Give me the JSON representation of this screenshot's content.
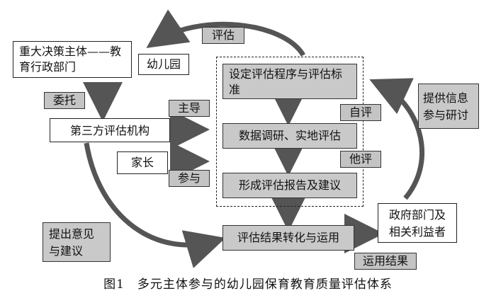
{
  "nodes": {
    "decision_maker": "重大决策主体——教育行政部门",
    "kindergarten": "幼儿园",
    "third_party": "第三方评估机构",
    "parents": "家长",
    "step_setup": "设定评估程序与评估标准",
    "step_research": "数据调研、实地评估",
    "step_report": "形成评估报告及建议",
    "result_use": "评估结果转化与运用",
    "gov_stakeholders": "政府部门及相关利益者"
  },
  "labels": {
    "evaluate": "评估",
    "entrust": "委托",
    "lead": "主导",
    "participate": "参与",
    "self_eval": "自评",
    "other_eval": "他评",
    "provide_info": "提供信息参与研讨",
    "suggestions": "提出意见与建议",
    "apply_results": "运用结果"
  },
  "caption": "图1　多元主体参与的幼儿园保育教育质量评估体系"
}
